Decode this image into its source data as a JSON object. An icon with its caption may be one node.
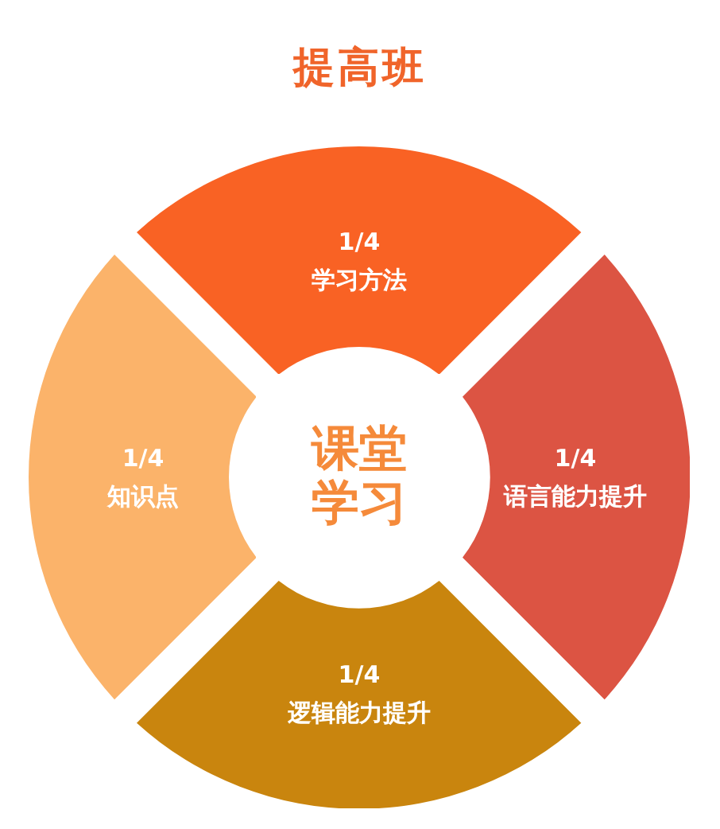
{
  "diagram": {
    "title": "提高班",
    "nodes": [
      {
        "text": [
          "课堂学习"
        ]
      },
      {
        "text": [
          "1/4",
          "学习方法"
        ]
      },
      {
        "text": [
          "1/4",
          "语言能力提升"
        ]
      },
      {
        "text": [
          "1/4",
          "逻辑能力提升"
        ]
      },
      {
        "text": [
          "1/4",
          "知识点"
        ]
      }
    ]
  }
}
